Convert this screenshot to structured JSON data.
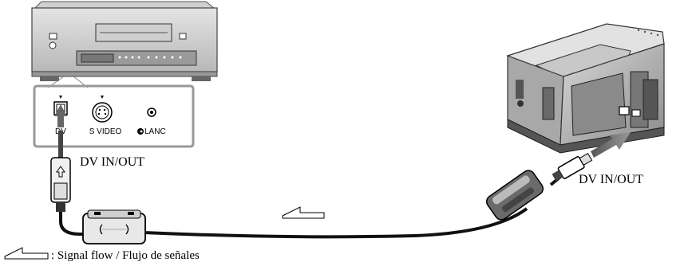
{
  "vcr_panel": {
    "dv_label": "DV",
    "svideo_label": "S VIDEO",
    "lanc_label": "LANC"
  },
  "left_port_label": "DV IN/OUT",
  "right_port_label": "DV IN/OUT",
  "legend": {
    "text": ": Signal flow / Flujo de señales"
  }
}
